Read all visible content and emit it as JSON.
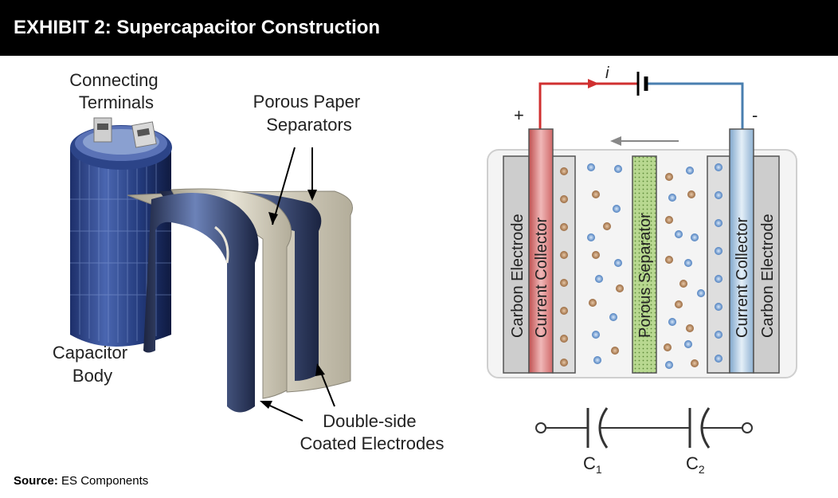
{
  "header": {
    "title": "EXHIBIT 2: Supercapacitor Construction"
  },
  "left_diagram": {
    "connecting_terminals": [
      "Connecting",
      "Terminals"
    ],
    "porous_paper_separators": [
      "Porous Paper",
      "Separators"
    ],
    "capacitor_body": [
      "Capacitor",
      "Body"
    ],
    "coated_electrodes": [
      "Double-side",
      "Coated Electrodes"
    ]
  },
  "right_diagram": {
    "current_symbol": "i",
    "plus": "+",
    "minus": "-",
    "layers": {
      "carbon_electrode": "Carbon Electrode",
      "current_collector": "Current Collector",
      "porous_separator": "Porous Separator"
    },
    "capacitors": {
      "c1": "C",
      "c1_sub": "1",
      "c2": "C",
      "c2_sub": "2"
    },
    "colors": {
      "positive": "#d04040",
      "negative": "#4a7fb0",
      "separator": "#b8d890"
    }
  },
  "source": {
    "label": "Source:",
    "text": "ES Components"
  }
}
